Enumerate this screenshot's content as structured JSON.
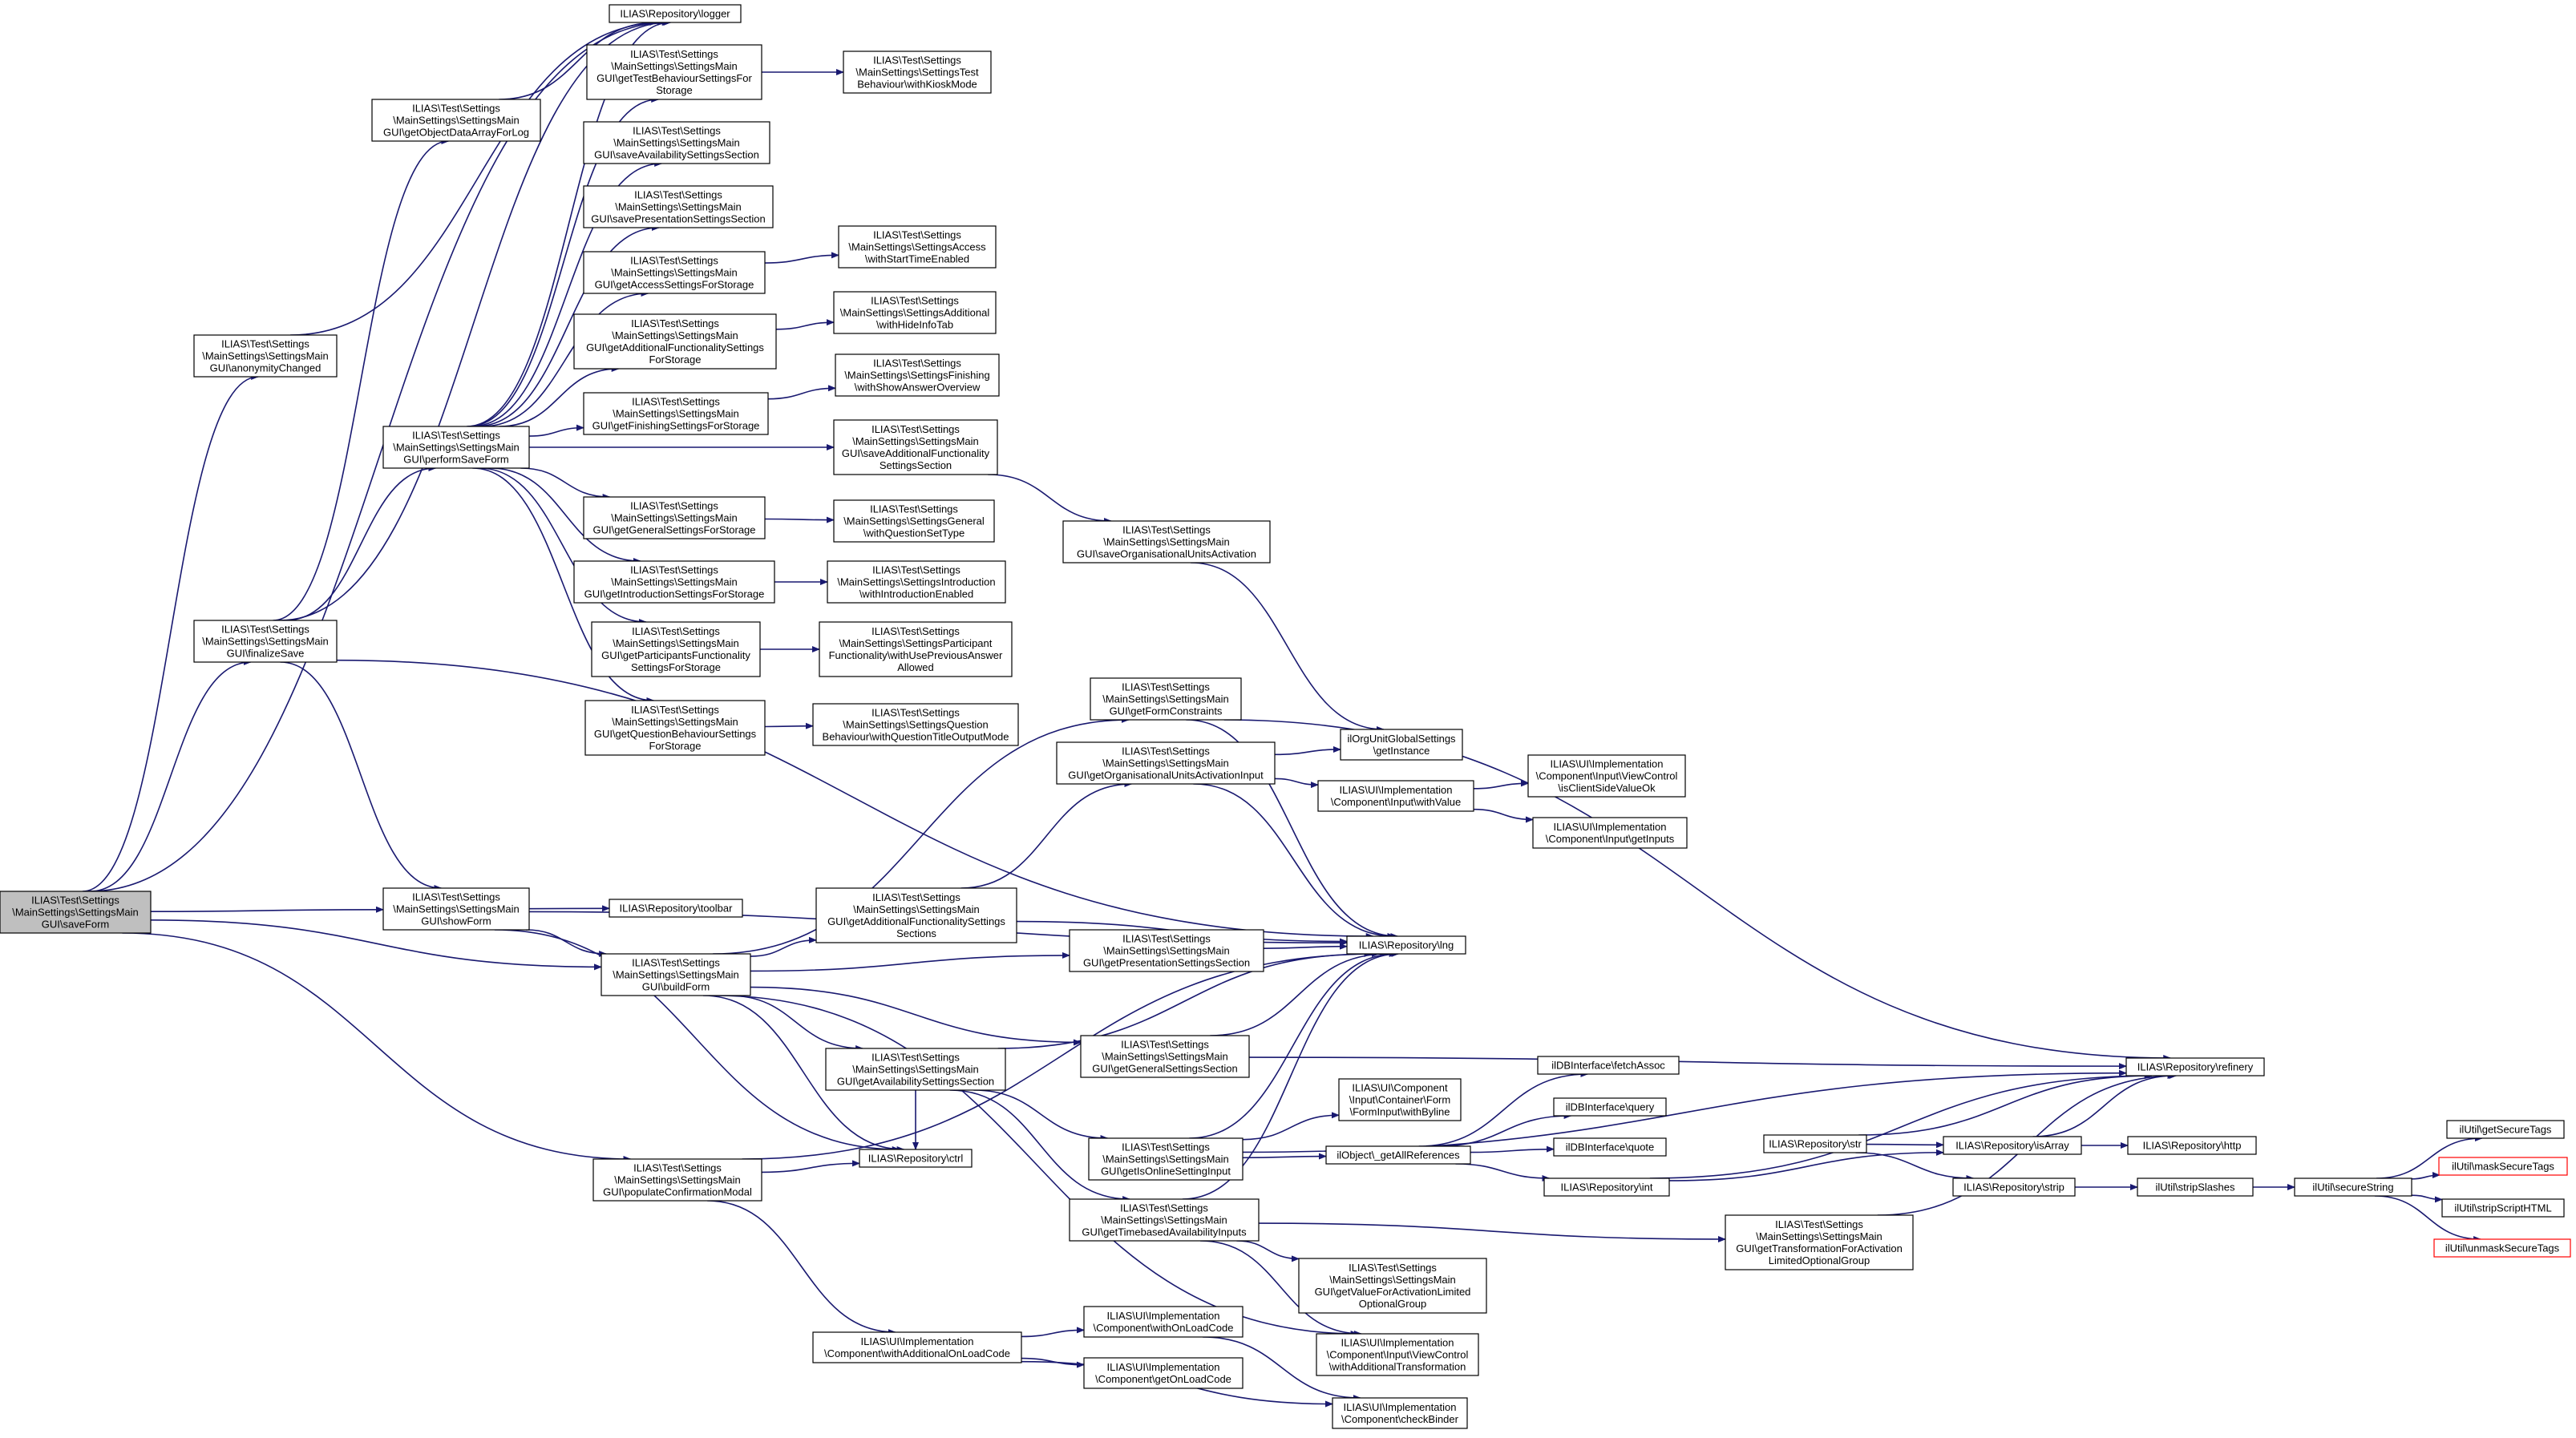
{
  "colors": {
    "edge": "#191970",
    "node_fill": "#ffffff",
    "root_fill": "#bfbfbf",
    "truncated_border": "#ff0000"
  },
  "nodes": [
    {
      "id": "saveForm",
      "lines": [
        "ILIAS\\Test\\Settings",
        "\\MainSettings\\SettingsMain",
        "GUI\\saveForm"
      ],
      "root": true
    },
    {
      "id": "anonymityChanged",
      "lines": [
        "ILIAS\\Test\\Settings",
        "\\MainSettings\\SettingsMain",
        "GUI\\anonymityChanged"
      ]
    },
    {
      "id": "finalizeSave",
      "lines": [
        "ILIAS\\Test\\Settings",
        "\\MainSettings\\SettingsMain",
        "GUI\\finalizeSave"
      ]
    },
    {
      "id": "showForm",
      "lines": [
        "ILIAS\\Test\\Settings",
        "\\MainSettings\\SettingsMain",
        "GUI\\showForm"
      ]
    },
    {
      "id": "populateConfirmationModal",
      "lines": [
        "ILIAS\\Test\\Settings",
        "\\MainSettings\\SettingsMain",
        "GUI\\populateConfirmationModal"
      ]
    },
    {
      "id": "getObjectDataArrayForLog",
      "lines": [
        "ILIAS\\Test\\Settings",
        "\\MainSettings\\SettingsMain",
        "GUI\\getObjectDataArrayForLog"
      ]
    },
    {
      "id": "performSaveForm",
      "lines": [
        "ILIAS\\Test\\Settings",
        "\\MainSettings\\SettingsMain",
        "GUI\\performSaveForm"
      ]
    },
    {
      "id": "logger",
      "lines": [
        "ILIAS\\Repository\\logger"
      ]
    },
    {
      "id": "getTestBehaviourSettingsForStorage",
      "lines": [
        "ILIAS\\Test\\Settings",
        "\\MainSettings\\SettingsMain",
        "GUI\\getTestBehaviourSettingsFor",
        "Storage"
      ]
    },
    {
      "id": "saveAvailabilitySettingsSection",
      "lines": [
        "ILIAS\\Test\\Settings",
        "\\MainSettings\\SettingsMain",
        "GUI\\saveAvailabilitySettingsSection"
      ]
    },
    {
      "id": "savePresentationSettingsSection",
      "lines": [
        "ILIAS\\Test\\Settings",
        "\\MainSettings\\SettingsMain",
        "GUI\\savePresentationSettingsSection"
      ]
    },
    {
      "id": "getAccessSettingsForStorage",
      "lines": [
        "ILIAS\\Test\\Settings",
        "\\MainSettings\\SettingsMain",
        "GUI\\getAccessSettingsForStorage"
      ]
    },
    {
      "id": "getAdditionalFunctionalitySettingsForStorage",
      "lines": [
        "ILIAS\\Test\\Settings",
        "\\MainSettings\\SettingsMain",
        "GUI\\getAdditionalFunctionalitySettings",
        "ForStorage"
      ]
    },
    {
      "id": "getFinishingSettingsForStorage",
      "lines": [
        "ILIAS\\Test\\Settings",
        "\\MainSettings\\SettingsMain",
        "GUI\\getFinishingSettingsForStorage"
      ]
    },
    {
      "id": "getGeneralSettingsForStorage",
      "lines": [
        "ILIAS\\Test\\Settings",
        "\\MainSettings\\SettingsMain",
        "GUI\\getGeneralSettingsForStorage"
      ]
    },
    {
      "id": "getIntroductionSettingsForStorage",
      "lines": [
        "ILIAS\\Test\\Settings",
        "\\MainSettings\\SettingsMain",
        "GUI\\getIntroductionSettingsForStorage"
      ]
    },
    {
      "id": "getParticipantsFunctionalitySettingsForStorage",
      "lines": [
        "ILIAS\\Test\\Settings",
        "\\MainSettings\\SettingsMain",
        "GUI\\getParticipantsFunctionality",
        "SettingsForStorage"
      ]
    },
    {
      "id": "getQuestionBehaviourSettingsForStorage",
      "lines": [
        "ILIAS\\Test\\Settings",
        "\\MainSettings\\SettingsMain",
        "GUI\\getQuestionBehaviourSettings",
        "ForStorage"
      ]
    },
    {
      "id": "withKioskMode",
      "lines": [
        "ILIAS\\Test\\Settings",
        "\\MainSettings\\SettingsTest",
        "Behaviour\\withKioskMode"
      ]
    },
    {
      "id": "withStartTimeEnabled",
      "lines": [
        "ILIAS\\Test\\Settings",
        "\\MainSettings\\SettingsAccess",
        "\\withStartTimeEnabled"
      ]
    },
    {
      "id": "withHideInfoTab",
      "lines": [
        "ILIAS\\Test\\Settings",
        "\\MainSettings\\SettingsAdditional",
        "\\withHideInfoTab"
      ]
    },
    {
      "id": "withShowAnswerOverview",
      "lines": [
        "ILIAS\\Test\\Settings",
        "\\MainSettings\\SettingsFinishing",
        "\\withShowAnswerOverview"
      ]
    },
    {
      "id": "saveAdditionalFunctionalitySettingsSection",
      "lines": [
        "ILIAS\\Test\\Settings",
        "\\MainSettings\\SettingsMain",
        "GUI\\saveAdditionalFunctionality",
        "SettingsSection"
      ]
    },
    {
      "id": "withQuestionSetType",
      "lines": [
        "ILIAS\\Test\\Settings",
        "\\MainSettings\\SettingsGeneral",
        "\\withQuestionSetType"
      ]
    },
    {
      "id": "withIntroductionEnabled",
      "lines": [
        "ILIAS\\Test\\Settings",
        "\\MainSettings\\SettingsIntroduction",
        "\\withIntroductionEnabled"
      ]
    },
    {
      "id": "withUsePreviousAnswerAllowed",
      "lines": [
        "ILIAS\\Test\\Settings",
        "\\MainSettings\\SettingsParticipant",
        "Functionality\\withUsePreviousAnswer",
        "Allowed"
      ]
    },
    {
      "id": "withQuestionTitleOutputMode",
      "lines": [
        "ILIAS\\Test\\Settings",
        "\\MainSettings\\SettingsQuestion",
        "Behaviour\\withQuestionTitleOutputMode"
      ]
    },
    {
      "id": "saveOrganisationalUnitsActivation",
      "lines": [
        "ILIAS\\Test\\Settings",
        "\\MainSettings\\SettingsMain",
        "GUI\\saveOrganisationalUnitsActivation"
      ]
    },
    {
      "id": "getFormConstraints",
      "lines": [
        "ILIAS\\Test\\Settings",
        "\\MainSettings\\SettingsMain",
        "GUI\\getFormConstraints"
      ]
    },
    {
      "id": "getOrganisationalUnitsActivationInput",
      "lines": [
        "ILIAS\\Test\\Settings",
        "\\MainSettings\\SettingsMain",
        "GUI\\getOrganisationalUnitsActivationInput"
      ]
    },
    {
      "id": "getInstance",
      "lines": [
        "ilOrgUnitGlobalSettings",
        "\\getInstance"
      ]
    },
    {
      "id": "withValue",
      "lines": [
        "ILIAS\\UI\\Implementation",
        "\\Component\\Input\\withValue"
      ]
    },
    {
      "id": "isClientSideValueOk",
      "lines": [
        "ILIAS\\UI\\Implementation",
        "\\Component\\Input\\ViewControl",
        "\\isClientSideValueOk"
      ]
    },
    {
      "id": "getInputs",
      "lines": [
        "ILIAS\\UI\\Implementation",
        "\\Component\\Input\\getInputs"
      ]
    },
    {
      "id": "toolbar",
      "lines": [
        "ILIAS\\Repository\\toolbar"
      ]
    },
    {
      "id": "buildForm",
      "lines": [
        "ILIAS\\Test\\Settings",
        "\\MainSettings\\SettingsMain",
        "GUI\\buildForm"
      ]
    },
    {
      "id": "getAdditionalFunctionalitySettingsSections",
      "lines": [
        "ILIAS\\Test\\Settings",
        "\\MainSettings\\SettingsMain",
        "GUI\\getAdditionalFunctionalitySettings",
        "Sections"
      ]
    },
    {
      "id": "getPresentationSettingsSection",
      "lines": [
        "ILIAS\\Test\\Settings",
        "\\MainSettings\\SettingsMain",
        "GUI\\getPresentationSettingsSection"
      ]
    },
    {
      "id": "lng",
      "lines": [
        "ILIAS\\Repository\\lng"
      ]
    },
    {
      "id": "getAvailabilitySettingsSection",
      "lines": [
        "ILIAS\\Test\\Settings",
        "\\MainSettings\\SettingsMain",
        "GUI\\getAvailabilitySettingsSection"
      ]
    },
    {
      "id": "getGeneralSettingsSection",
      "lines": [
        "ILIAS\\Test\\Settings",
        "\\MainSettings\\SettingsMain",
        "GUI\\getGeneralSettingsSection"
      ]
    },
    {
      "id": "refinery",
      "lines": [
        "ILIAS\\Repository\\refinery"
      ]
    },
    {
      "id": "ctrl",
      "lines": [
        "ILIAS\\Repository\\ctrl"
      ]
    },
    {
      "id": "formInputWithByline",
      "lines": [
        "ILIAS\\UI\\Component",
        "\\Input\\Container\\Form",
        "\\FormInput\\withByline"
      ]
    },
    {
      "id": "fetchAssoc",
      "lines": [
        "ilDBInterface\\fetchAssoc"
      ]
    },
    {
      "id": "query",
      "lines": [
        "ilDBInterface\\query"
      ]
    },
    {
      "id": "quote",
      "lines": [
        "ilDBInterface\\quote"
      ]
    },
    {
      "id": "getIsOnlineSettingInput",
      "lines": [
        "ILIAS\\Test\\Settings",
        "\\MainSettings\\SettingsMain",
        "GUI\\getIsOnlineSettingInput"
      ]
    },
    {
      "id": "getAllReferences",
      "lines": [
        "ilObject\\_getAllReferences"
      ]
    },
    {
      "id": "repoInt",
      "lines": [
        "ILIAS\\Repository\\int"
      ]
    },
    {
      "id": "repoStr",
      "lines": [
        "ILIAS\\Repository\\str"
      ]
    },
    {
      "id": "isArray",
      "lines": [
        "ILIAS\\Repository\\isArray"
      ]
    },
    {
      "id": "http",
      "lines": [
        "ILIAS\\Repository\\http"
      ]
    },
    {
      "id": "strip",
      "lines": [
        "ILIAS\\Repository\\strip"
      ]
    },
    {
      "id": "stripSlashes",
      "lines": [
        "ilUtil\\stripSlashes"
      ]
    },
    {
      "id": "secureString",
      "lines": [
        "ilUtil\\secureString"
      ]
    },
    {
      "id": "getSecureTags",
      "lines": [
        "ilUtil\\getSecureTags"
      ]
    },
    {
      "id": "maskSecureTags",
      "lines": [
        "ilUtil\\maskSecureTags"
      ],
      "truncated": true
    },
    {
      "id": "stripScriptHTML",
      "lines": [
        "ilUtil\\stripScriptHTML"
      ]
    },
    {
      "id": "unmaskSecureTags",
      "lines": [
        "ilUtil\\unmaskSecureTags"
      ],
      "truncated": true
    },
    {
      "id": "getTimebasedAvailabilityInputs",
      "lines": [
        "ILIAS\\Test\\Settings",
        "\\MainSettings\\SettingsMain",
        "GUI\\getTimebasedAvailabilityInputs"
      ]
    },
    {
      "id": "getTransformationForActivationLimitedOptionalGroup",
      "lines": [
        "ILIAS\\Test\\Settings",
        "\\MainSettings\\SettingsMain",
        "GUI\\getTransformationForActivation",
        "LimitedOptionalGroup"
      ]
    },
    {
      "id": "getValueForActivationLimitedOptionalGroup",
      "lines": [
        "ILIAS\\Test\\Settings",
        "\\MainSettings\\SettingsMain",
        "GUI\\getValueForActivationLimited",
        "OptionalGroup"
      ]
    },
    {
      "id": "withAdditionalTransformation",
      "lines": [
        "ILIAS\\UI\\Implementation",
        "\\Component\\Input\\ViewControl",
        "\\withAdditionalTransformation"
      ]
    },
    {
      "id": "withAdditionalOnLoadCode",
      "lines": [
        "ILIAS\\UI\\Implementation",
        "\\Component\\withAdditionalOnLoadCode"
      ]
    },
    {
      "id": "withOnLoadCode",
      "lines": [
        "ILIAS\\UI\\Implementation",
        "\\Component\\withOnLoadCode"
      ]
    },
    {
      "id": "getOnLoadCode",
      "lines": [
        "ILIAS\\UI\\Implementation",
        "\\Component\\getOnLoadCode"
      ]
    },
    {
      "id": "checkBinder",
      "lines": [
        "ILIAS\\UI\\Implementation",
        "\\Component\\checkBinder"
      ]
    }
  ]
}
